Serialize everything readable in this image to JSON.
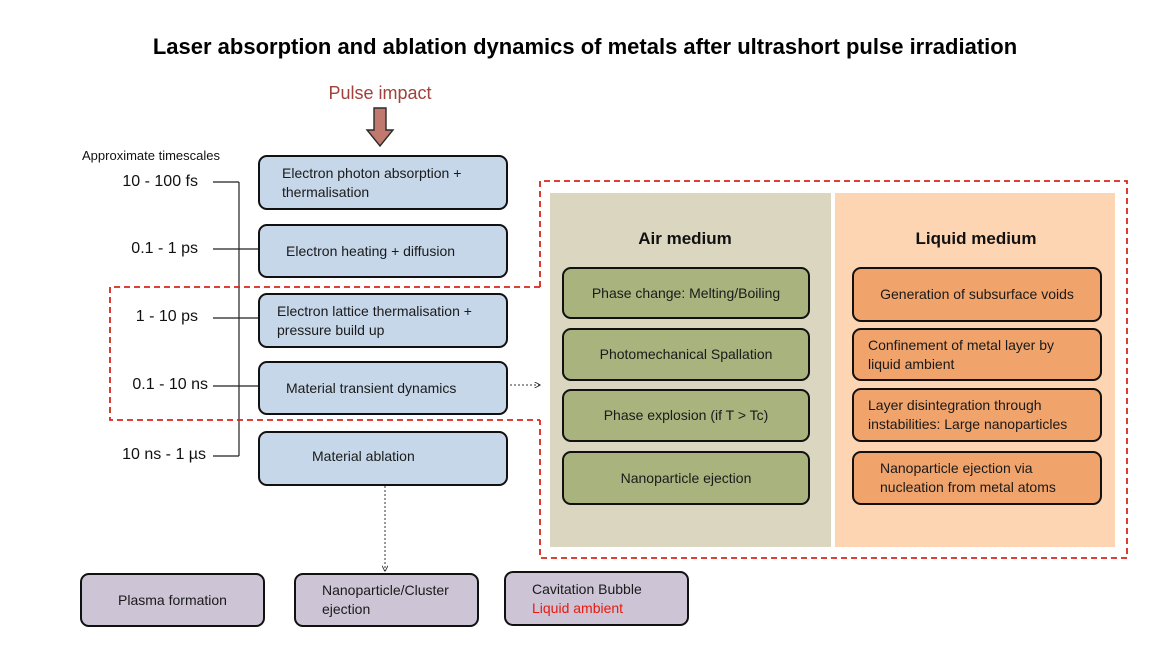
{
  "title": "Laser absorption and ablation dynamics of metals after ultrashort pulse irradiation",
  "pulse_label": "Pulse impact",
  "timescales": {
    "header": "Approximate timescales",
    "items": [
      "10 - 100 fs",
      "0.1 - 1 ps",
      "1 - 10 ps",
      "0.1 - 10 ns",
      "10 ns - 1 µs"
    ]
  },
  "process_steps": [
    "Electron photon absorption + thermalisation",
    "Electron heating + diffusion",
    "Electron lattice thermalisation + pressure build up",
    "Material transient dynamics",
    "Material ablation"
  ],
  "air_medium": {
    "title": "Air medium",
    "items": [
      "Phase change: Melting/Boiling",
      "Photomechanical Spallation",
      "Phase explosion (if T > Tc)",
      "Nanoparticle ejection"
    ]
  },
  "liquid_medium": {
    "title": "Liquid medium",
    "items": [
      "Generation of subsurface voids",
      "Confinement of metal layer by liquid ambient",
      "Layer disintegration through instabilities: Large nanoparticles",
      "Nanoparticle ejection via nucleation from metal atoms"
    ]
  },
  "outcomes": {
    "plasma": "Plasma formation",
    "nanoparticle": "Nanoparticle/Cluster ejection",
    "cavitation": "Cavitation Bubble",
    "cavitation_note": "Liquid ambient"
  },
  "colors": {
    "step_fill": "#c7d7ea",
    "air_fill": "#a8b37e",
    "liquid_fill": "#f0a36b",
    "outcome_fill": "#cdc4d6",
    "highlight_dash": "#d9261c",
    "pulse_arrow": "#c0786f",
    "cavitation_note": "#e8190f"
  }
}
